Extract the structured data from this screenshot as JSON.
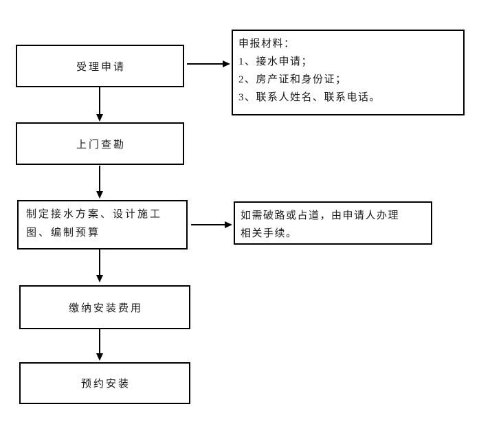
{
  "diagram": {
    "type": "flowchart",
    "background_color": "#ffffff",
    "line_color": "#000000",
    "text_color": "#1a1a1a",
    "steps": [
      {
        "name": "accept-application",
        "label": "受理申请"
      },
      {
        "name": "onsite-survey",
        "label": "上门查勘"
      },
      {
        "name": "make-connection-plan",
        "lines": [
          "制定接水方案、设计施工",
          "图、编制预算"
        ]
      },
      {
        "name": "pay-installation-fee",
        "label": "缴纳安装费用"
      },
      {
        "name": "book-installation",
        "label": "预约安装"
      }
    ],
    "annotations": [
      {
        "name": "application-materials",
        "lines": [
          "申报材料：",
          "1、接水申请；",
          "2、房产证和身份证；",
          "3、联系人姓名、联系电话。"
        ]
      },
      {
        "name": "road-occupation-procedures",
        "lines": [
          "如需破路或占道，由申请人办理",
          "相关手续。"
        ]
      }
    ]
  }
}
